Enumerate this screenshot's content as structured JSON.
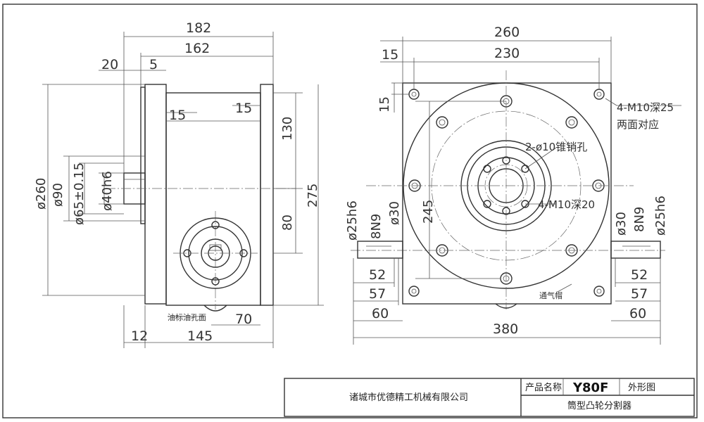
{
  "left_view": {
    "dims": {
      "d182": "182",
      "d162": "162",
      "d20": "20",
      "d5": "5",
      "d15a": "15",
      "d15b": "15",
      "d130": "130",
      "d80": "80",
      "d275": "275",
      "d260": "ø260",
      "d90": "ø90",
      "d65": "ø65±0.15",
      "d40": "ø40h6",
      "d70": "70",
      "d12": "12",
      "d145": "145"
    },
    "note_oil": "油标油孔面"
  },
  "right_view": {
    "dims": {
      "d260": "260",
      "d230": "230",
      "d15h": "15",
      "d15v": "15",
      "d245": "245",
      "d380": "380",
      "l_25": "ø25h6",
      "l_8n9": "8N9",
      "l_30": "ø30",
      "r_30": "ø30",
      "r_8n9": "8N9",
      "r_25": "ø25h6",
      "l52": "52",
      "l57": "57",
      "l60": "60",
      "r52": "52",
      "r57": "57",
      "r60": "60"
    },
    "note_m10_25": "4-M10深25",
    "note_both": "两面对应",
    "note_pin": "2-ø10锥销孔",
    "note_m10_20": "4-M10深20",
    "note_vent": "通气帽"
  },
  "title_block": {
    "company": "诸城市优德精工机械有限公司",
    "name_label": "产品名称",
    "model": "Y80F",
    "view": "外形图",
    "product": "筒型凸轮分割器"
  }
}
